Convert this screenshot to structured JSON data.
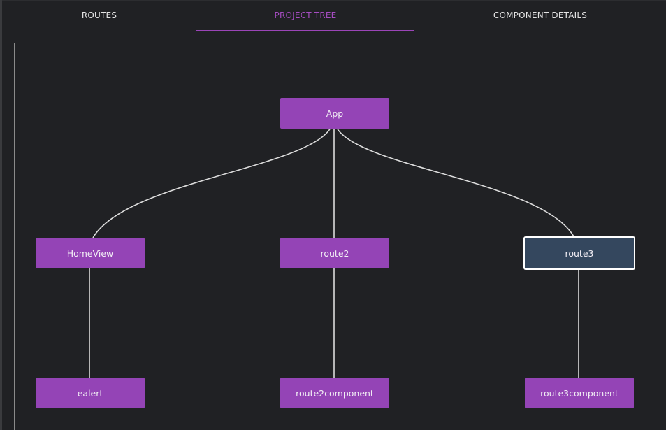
{
  "tabs": [
    {
      "label": "ROUTES",
      "active": false
    },
    {
      "label": "PROJECT TREE",
      "active": true
    },
    {
      "label": "COMPONENT DETAILS",
      "active": false
    }
  ],
  "tree": {
    "root": "App",
    "level1": [
      "HomeView",
      "route2",
      "route3"
    ],
    "level2": [
      "ealert",
      "route2component",
      "route3component"
    ],
    "selected_node": "route3"
  },
  "colors": {
    "accent": "#9b45b8",
    "node_fill": "#9444b6",
    "selected_fill": "#34475e",
    "background": "#202124"
  }
}
